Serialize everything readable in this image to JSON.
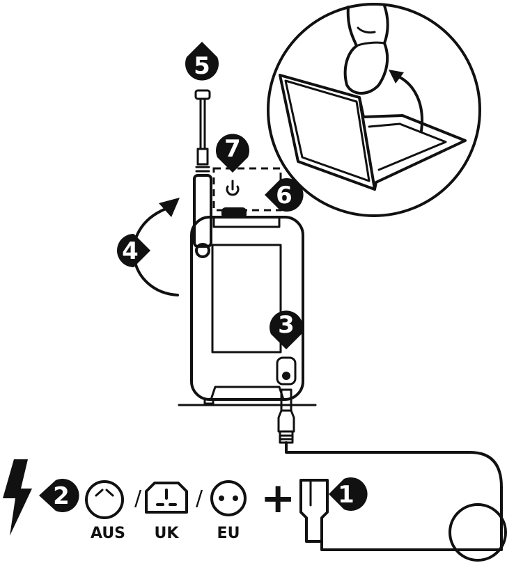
{
  "callouts": {
    "step1": "1",
    "step2": "2",
    "step3": "3",
    "step4": "4",
    "step5": "5",
    "step6": "6",
    "step7": "7"
  },
  "plugs": {
    "aus": "AUS",
    "uk": "UK",
    "eu": "EU"
  },
  "symbols": {
    "slash": "/",
    "plus": "+"
  },
  "icons": {
    "power": "power-icon",
    "lightning": "lightning-bolt-icon",
    "adapter": "power-adapter-icon",
    "transmitter": "bodypack-transmitter-icon",
    "antenna": "antenna-icon",
    "battery_door": "battery-door-inset-icon"
  },
  "colors": {
    "ink": "#111111",
    "paper": "#ffffff"
  }
}
